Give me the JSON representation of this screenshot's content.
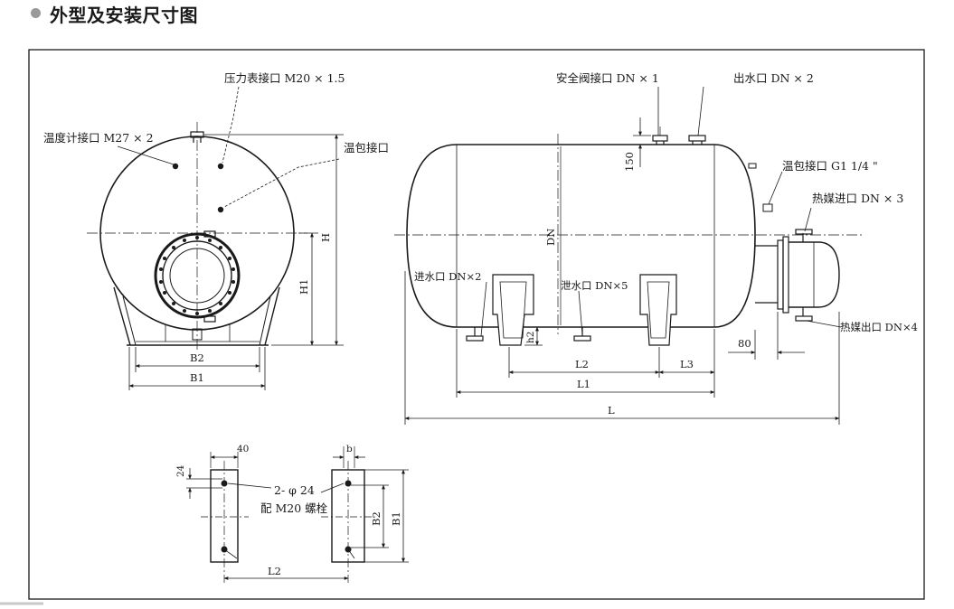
{
  "header": {
    "title": "外型及安装尺寸图"
  },
  "labels": {
    "pressure_port": "压力表接口 M20 × 1.5",
    "temp_gauge_port": "温度计接口 M27 × 2",
    "temp_bulb_port_front": "温包接口",
    "safety_valve_port": "安全阀接口 DN × 1",
    "water_outlet": "出水口 DN × 2",
    "temp_bulb_port_side": "温包接口 G1 1/4 \"",
    "heat_medium_inlet": "热媒进口 DN × 3",
    "water_inlet": "进水口 DN×2",
    "drain_outlet": "泄水口 DN×5",
    "heat_medium_outlet": "热媒出口 DN×4",
    "bolt_holes": "2- φ 24",
    "bolt_spec": "配 M20 螺栓"
  },
  "dimensions": {
    "H": "H",
    "H1": "H1",
    "B1": "B1",
    "B2": "B2",
    "h150": "150",
    "DN": "DN",
    "h2": "h2",
    "L": "L",
    "L1": "L1",
    "L2": "L2",
    "L3": "L3",
    "d80": "80",
    "d40": "40",
    "d24": "24",
    "b": "b",
    "pB1": "B1",
    "pB2": "B2",
    "pL2": "L2"
  },
  "colors": {
    "line": "#1a1a1a",
    "bullet": "#9a9a9a"
  }
}
